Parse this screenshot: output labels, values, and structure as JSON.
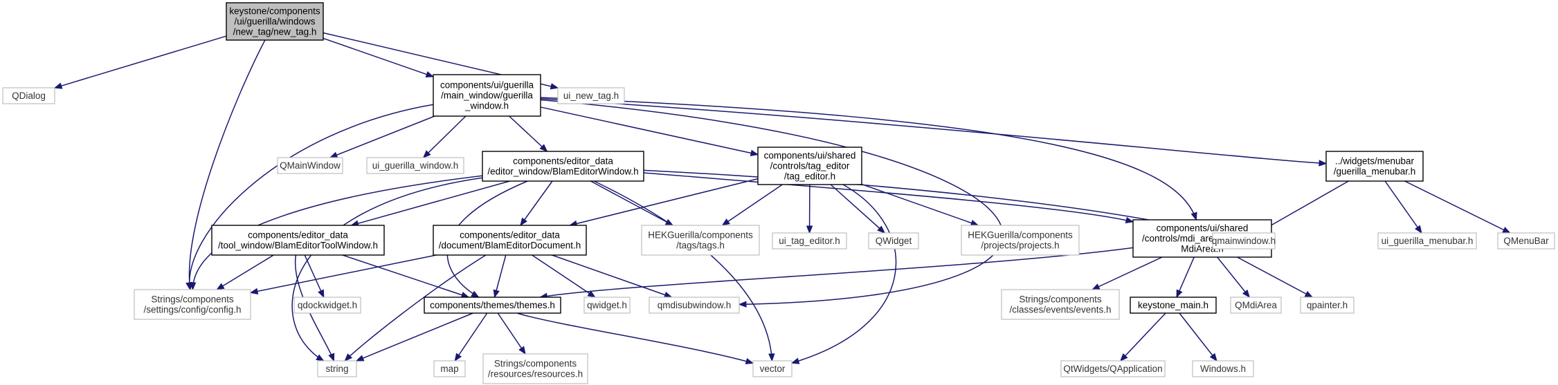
{
  "diagram": {
    "type": "include-dependency-graph",
    "colors": {
      "edge": "#191970",
      "root_fill": "#bfbfbf",
      "border_project": "#000000",
      "border_external": "#bfbfbf"
    },
    "nodes": [
      {
        "id": "new_tag_h",
        "kind": "root",
        "lines": [
          "keystone/components",
          "/ui/guerilla/windows",
          "/new_tag/new_tag.h"
        ]
      },
      {
        "id": "qdialog",
        "kind": "external",
        "lines": [
          "QDialog"
        ]
      },
      {
        "id": "guerilla_window_h",
        "kind": "project",
        "lines": [
          "components/ui/guerilla",
          "/main_window/guerilla",
          "_window.h"
        ]
      },
      {
        "id": "ui_new_tag_h",
        "kind": "external",
        "lines": [
          "ui_new_tag.h"
        ]
      },
      {
        "id": "qmainwindow",
        "kind": "external",
        "lines": [
          "QMainWindow"
        ]
      },
      {
        "id": "ui_guerilla_window_h",
        "kind": "external",
        "lines": [
          "ui_guerilla_window.h"
        ]
      },
      {
        "id": "blam_editor_window_h",
        "kind": "project",
        "lines": [
          "components/editor_data",
          "/editor_window/BlamEditorWindow.h"
        ]
      },
      {
        "id": "tag_editor_h",
        "kind": "project",
        "lines": [
          "components/ui/shared",
          "/controls/tag_editor",
          "/tag_editor.h"
        ]
      },
      {
        "id": "guerilla_menubar_h",
        "kind": "project",
        "lines": [
          "../widgets/menubar",
          "/guerilla_menubar.h"
        ]
      },
      {
        "id": "blam_editor_tool_window_h",
        "kind": "project",
        "lines": [
          "components/editor_data",
          "/tool_window/BlamEditorToolWindow.h"
        ]
      },
      {
        "id": "blam_editor_document_h",
        "kind": "project",
        "lines": [
          "components/editor_data",
          "/document/BlamEditorDocument.h"
        ]
      },
      {
        "id": "hek_tags_h",
        "kind": "external",
        "lines": [
          "HEKGuerilla/components",
          "/tags/tags.h"
        ]
      },
      {
        "id": "ui_tag_editor_h",
        "kind": "external",
        "lines": [
          "ui_tag_editor.h"
        ]
      },
      {
        "id": "qwidget",
        "kind": "external",
        "lines": [
          "QWidget"
        ]
      },
      {
        "id": "hek_projects_h",
        "kind": "external",
        "lines": [
          "HEKGuerilla/components",
          "/projects/projects.h"
        ]
      },
      {
        "id": "skinnable_mdi_area_h",
        "kind": "project",
        "lines": [
          "components/ui/shared",
          "/controls/mdi_area/Skinnable",
          "MdiArea.h"
        ]
      },
      {
        "id": "qmainwindow_h",
        "kind": "external",
        "lines": [
          "qmainwindow.h"
        ]
      },
      {
        "id": "ui_guerilla_menubar_h",
        "kind": "external",
        "lines": [
          "ui_guerilla_menubar.h"
        ]
      },
      {
        "id": "qmenubar",
        "kind": "external",
        "lines": [
          "QMenuBar"
        ]
      },
      {
        "id": "config_h",
        "kind": "external",
        "lines": [
          "Strings/components",
          "/settings/config/config.h"
        ]
      },
      {
        "id": "qdockwidget_h",
        "kind": "external",
        "lines": [
          "qdockwidget.h"
        ]
      },
      {
        "id": "themes_h",
        "kind": "project",
        "lines": [
          "components/themes/themes.h"
        ]
      },
      {
        "id": "qwidget_h",
        "kind": "external",
        "lines": [
          "qwidget.h"
        ]
      },
      {
        "id": "qmdisubwindow_h",
        "kind": "external",
        "lines": [
          "qmdisubwindow.h"
        ]
      },
      {
        "id": "events_h",
        "kind": "external",
        "lines": [
          "Strings/components",
          "/classes/events/events.h"
        ]
      },
      {
        "id": "keystone_main_h",
        "kind": "project",
        "lines": [
          "keystone_main.h"
        ]
      },
      {
        "id": "qmdiarea",
        "kind": "external",
        "lines": [
          "QMdiArea"
        ]
      },
      {
        "id": "qpainter_h",
        "kind": "external",
        "lines": [
          "qpainter.h"
        ]
      },
      {
        "id": "string",
        "kind": "external",
        "lines": [
          "string"
        ]
      },
      {
        "id": "map",
        "kind": "external",
        "lines": [
          "map"
        ]
      },
      {
        "id": "resources_h",
        "kind": "external",
        "lines": [
          "Strings/components",
          "/resources/resources.h"
        ]
      },
      {
        "id": "vector",
        "kind": "external",
        "lines": [
          "vector"
        ]
      },
      {
        "id": "qapplication",
        "kind": "external",
        "lines": [
          "QtWidgets/QApplication"
        ]
      },
      {
        "id": "windows_h",
        "kind": "external",
        "lines": [
          "Windows.h"
        ]
      }
    ],
    "edges": [
      {
        "from": "new_tag_h",
        "to": "qdialog"
      },
      {
        "from": "new_tag_h",
        "to": "guerilla_window_h"
      },
      {
        "from": "new_tag_h",
        "to": "ui_new_tag_h"
      },
      {
        "from": "new_tag_h",
        "to": "config_h"
      },
      {
        "from": "guerilla_window_h",
        "to": "qmainwindow"
      },
      {
        "from": "guerilla_window_h",
        "to": "ui_guerilla_window_h"
      },
      {
        "from": "guerilla_window_h",
        "to": "blam_editor_window_h"
      },
      {
        "from": "guerilla_window_h",
        "to": "tag_editor_h"
      },
      {
        "from": "guerilla_window_h",
        "to": "guerilla_menubar_h"
      },
      {
        "from": "guerilla_window_h",
        "to": "skinnable_mdi_area_h"
      },
      {
        "from": "guerilla_window_h",
        "to": "config_h"
      },
      {
        "from": "guerilla_window_h",
        "to": "qmdisubwindow_h"
      },
      {
        "from": "blam_editor_window_h",
        "to": "blam_editor_tool_window_h"
      },
      {
        "from": "blam_editor_window_h",
        "to": "blam_editor_document_h"
      },
      {
        "from": "blam_editor_window_h",
        "to": "hek_tags_h"
      },
      {
        "from": "blam_editor_window_h",
        "to": "skinnable_mdi_area_h"
      },
      {
        "from": "blam_editor_window_h",
        "to": "qmainwindow_h"
      },
      {
        "from": "blam_editor_window_h",
        "to": "config_h"
      },
      {
        "from": "blam_editor_window_h",
        "to": "string"
      },
      {
        "from": "blam_editor_window_h",
        "to": "themes_h"
      },
      {
        "from": "blam_editor_window_h",
        "to": "vector"
      },
      {
        "from": "tag_editor_h",
        "to": "blam_editor_document_h"
      },
      {
        "from": "tag_editor_h",
        "to": "hek_tags_h"
      },
      {
        "from": "tag_editor_h",
        "to": "ui_tag_editor_h"
      },
      {
        "from": "tag_editor_h",
        "to": "qwidget"
      },
      {
        "from": "tag_editor_h",
        "to": "hek_projects_h"
      },
      {
        "from": "tag_editor_h",
        "to": "vector"
      },
      {
        "from": "guerilla_menubar_h",
        "to": "qmainwindow_h"
      },
      {
        "from": "guerilla_menubar_h",
        "to": "ui_guerilla_menubar_h"
      },
      {
        "from": "guerilla_menubar_h",
        "to": "qmenubar"
      },
      {
        "from": "blam_editor_tool_window_h",
        "to": "config_h"
      },
      {
        "from": "blam_editor_tool_window_h",
        "to": "qdockwidget_h"
      },
      {
        "from": "blam_editor_tool_window_h",
        "to": "themes_h"
      },
      {
        "from": "blam_editor_tool_window_h",
        "to": "string"
      },
      {
        "from": "blam_editor_document_h",
        "to": "config_h"
      },
      {
        "from": "blam_editor_document_h",
        "to": "themes_h"
      },
      {
        "from": "blam_editor_document_h",
        "to": "qwidget_h"
      },
      {
        "from": "blam_editor_document_h",
        "to": "qmdisubwindow_h"
      },
      {
        "from": "blam_editor_document_h",
        "to": "string"
      },
      {
        "from": "skinnable_mdi_area_h",
        "to": "themes_h"
      },
      {
        "from": "skinnable_mdi_area_h",
        "to": "events_h"
      },
      {
        "from": "skinnable_mdi_area_h",
        "to": "keystone_main_h"
      },
      {
        "from": "skinnable_mdi_area_h",
        "to": "qmdiarea"
      },
      {
        "from": "skinnable_mdi_area_h",
        "to": "qpainter_h"
      },
      {
        "from": "themes_h",
        "to": "string"
      },
      {
        "from": "themes_h",
        "to": "map"
      },
      {
        "from": "themes_h",
        "to": "resources_h"
      },
      {
        "from": "themes_h",
        "to": "vector"
      },
      {
        "from": "keystone_main_h",
        "to": "qapplication"
      },
      {
        "from": "keystone_main_h",
        "to": "windows_h"
      }
    ]
  }
}
